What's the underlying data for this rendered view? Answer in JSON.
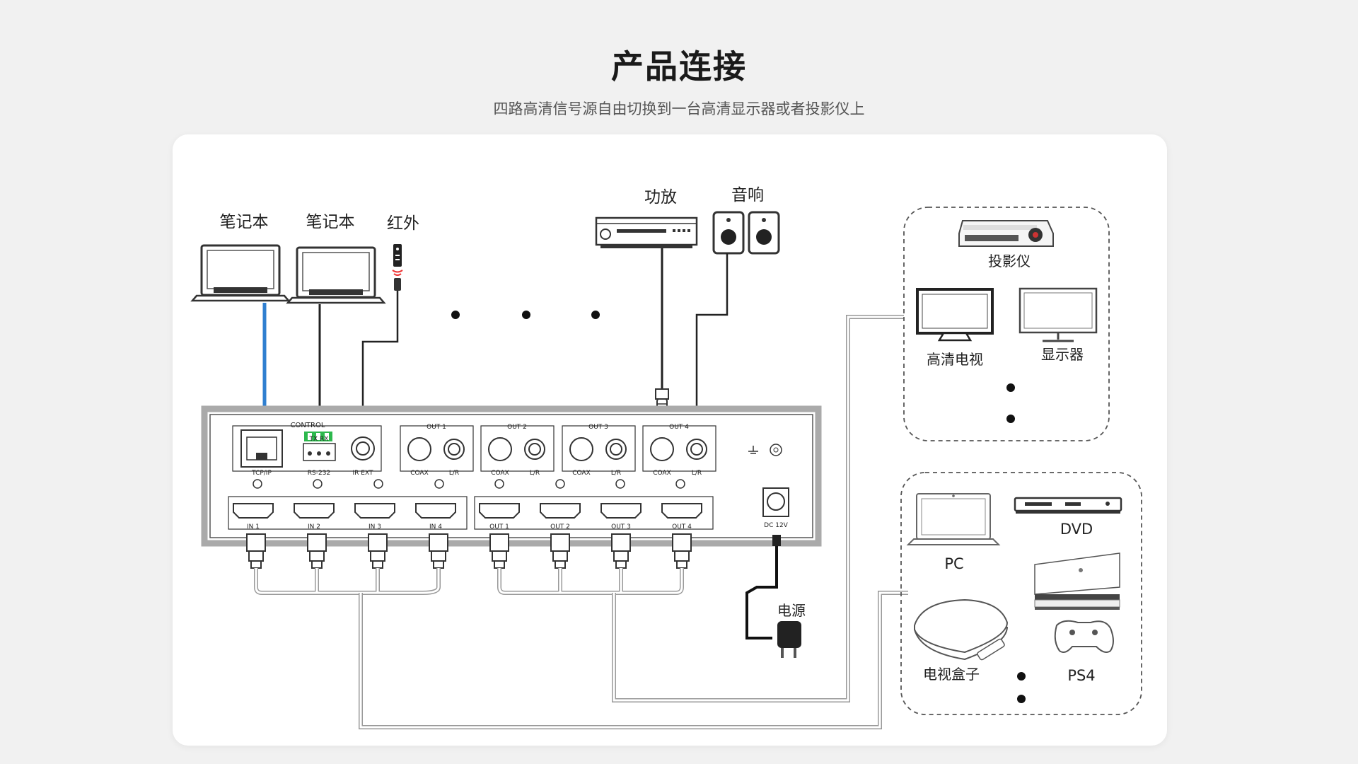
{
  "header": {
    "title": "产品连接",
    "subtitle": "四路高清信号源自由切换到一台高清显示器或者投影仪上"
  },
  "top_devices": {
    "laptop1": "笔记本",
    "laptop2": "笔记本",
    "ir": "红外",
    "amplifier": "功放",
    "speaker": "音响"
  },
  "panel": {
    "control": "CONTROL",
    "txrx": "TX RX",
    "tcpip": "TCP/IP",
    "rs232": "RS-232",
    "irext": "IR EXT",
    "coax": "COAX",
    "lr": "L/R",
    "outs": [
      "OUT 1",
      "OUT 2",
      "OUT 3",
      "OUT 4"
    ],
    "hdmi": [
      "IN 1",
      "IN 2",
      "IN 3",
      "IN 4",
      "OUT 1",
      "OUT 2",
      "OUT 3",
      "OUT 4"
    ],
    "dc": "DC 12V"
  },
  "power": "电源",
  "displays": {
    "projector": "投影仪",
    "hdtv": "高清电视",
    "monitor": "显示器"
  },
  "sources": {
    "pc": "PC",
    "dvd": "DVD",
    "tvbox": "电视盒子",
    "ps4": "PS4"
  },
  "colors": {
    "network_cable": "#2f7fd0",
    "rs232_terminal": "#2db84d"
  }
}
